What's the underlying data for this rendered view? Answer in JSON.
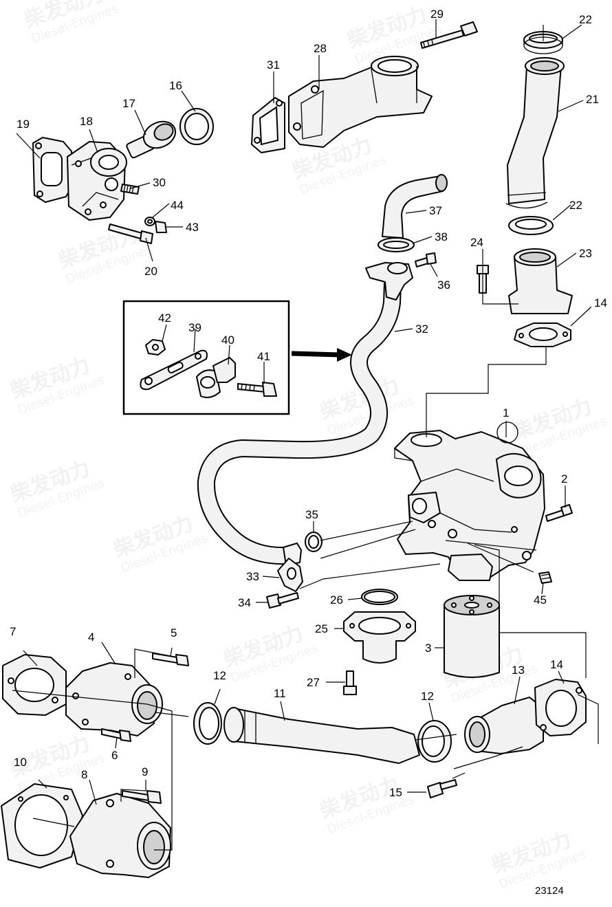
{
  "diagram": {
    "reference_number": "23124",
    "watermark": {
      "brand": "柴发动力",
      "subtitle": "Diesel-Engines"
    },
    "callouts": {
      "c1": "1",
      "c2": "2",
      "c3": "3",
      "c4": "4",
      "c5": "5",
      "c6": "6",
      "c7": "7",
      "c8": "8",
      "c9": "9",
      "c10": "10",
      "c11": "11",
      "c12a": "12",
      "c12b": "12",
      "c13": "13",
      "c14a": "14",
      "c14b": "14",
      "c15": "15",
      "c16": "16",
      "c17": "17",
      "c18": "18",
      "c19": "19",
      "c20": "20",
      "c21": "21",
      "c22a": "22",
      "c22b": "22",
      "c23": "23",
      "c24": "24",
      "c25": "25",
      "c26": "26",
      "c27": "27",
      "c28": "28",
      "c29": "29",
      "c30": "30",
      "c31": "31",
      "c32": "32",
      "c33": "33",
      "c34": "34",
      "c35": "35",
      "c36": "36",
      "c37": "37",
      "c38": "38",
      "c39": "39",
      "c40": "40",
      "c41": "41",
      "c42": "42",
      "c43": "43",
      "c44": "44",
      "c45": "45"
    }
  }
}
